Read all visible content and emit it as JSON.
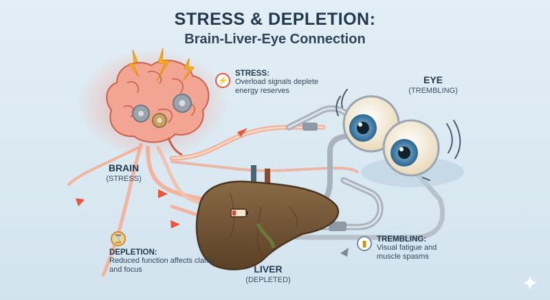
{
  "title": "STRESS & DEPLETION:",
  "subtitle": "Brain-Liver-Eye Connection",
  "brain": {
    "name": "BRAIN",
    "state": "(STRESS)"
  },
  "eye": {
    "name": "EYE",
    "state": "(TREMBLING)"
  },
  "liver": {
    "name": "LIVER",
    "state": "(DEPLETED)"
  },
  "callouts": {
    "stress": {
      "heading": "STRESS:",
      "text": "Overload signals deplete energy reserves",
      "icon": "lightning-warning-icon"
    },
    "depletion": {
      "heading": "DEPLETION:",
      "text": "Reduced function affects clarity and focus",
      "icon": "hourglass-icon"
    },
    "trembling": {
      "heading": "TREMBLING:",
      "text": "Visual fatigue and muscle spasms",
      "icon": "vibration-icon"
    }
  },
  "colors": {
    "stress": "#e8553a",
    "pipe": "#f2a98e",
    "liver": "#7a5a3a",
    "tube": "#9aa5b1"
  }
}
